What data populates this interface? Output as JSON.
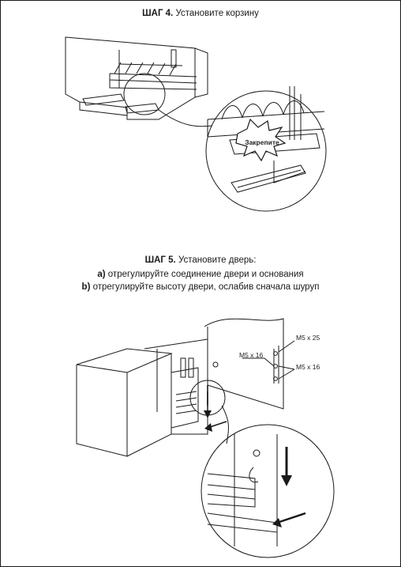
{
  "step4": {
    "label": "ШАГ 4.",
    "title": "Установите корзину",
    "callout": "Закрепите"
  },
  "step5": {
    "label": "ШАГ 5.",
    "title": "Установите дверь:",
    "a_label": "a)",
    "a_text": "отрегулируйте соединение двери и основания",
    "b_label": "b)",
    "b_text": "отрегулируйте высоту двери, ослабив сначала шуруп",
    "screw_top": "M5 x 25",
    "screw_left": "M5 x 16",
    "screw_right": "M5 x 16"
  }
}
